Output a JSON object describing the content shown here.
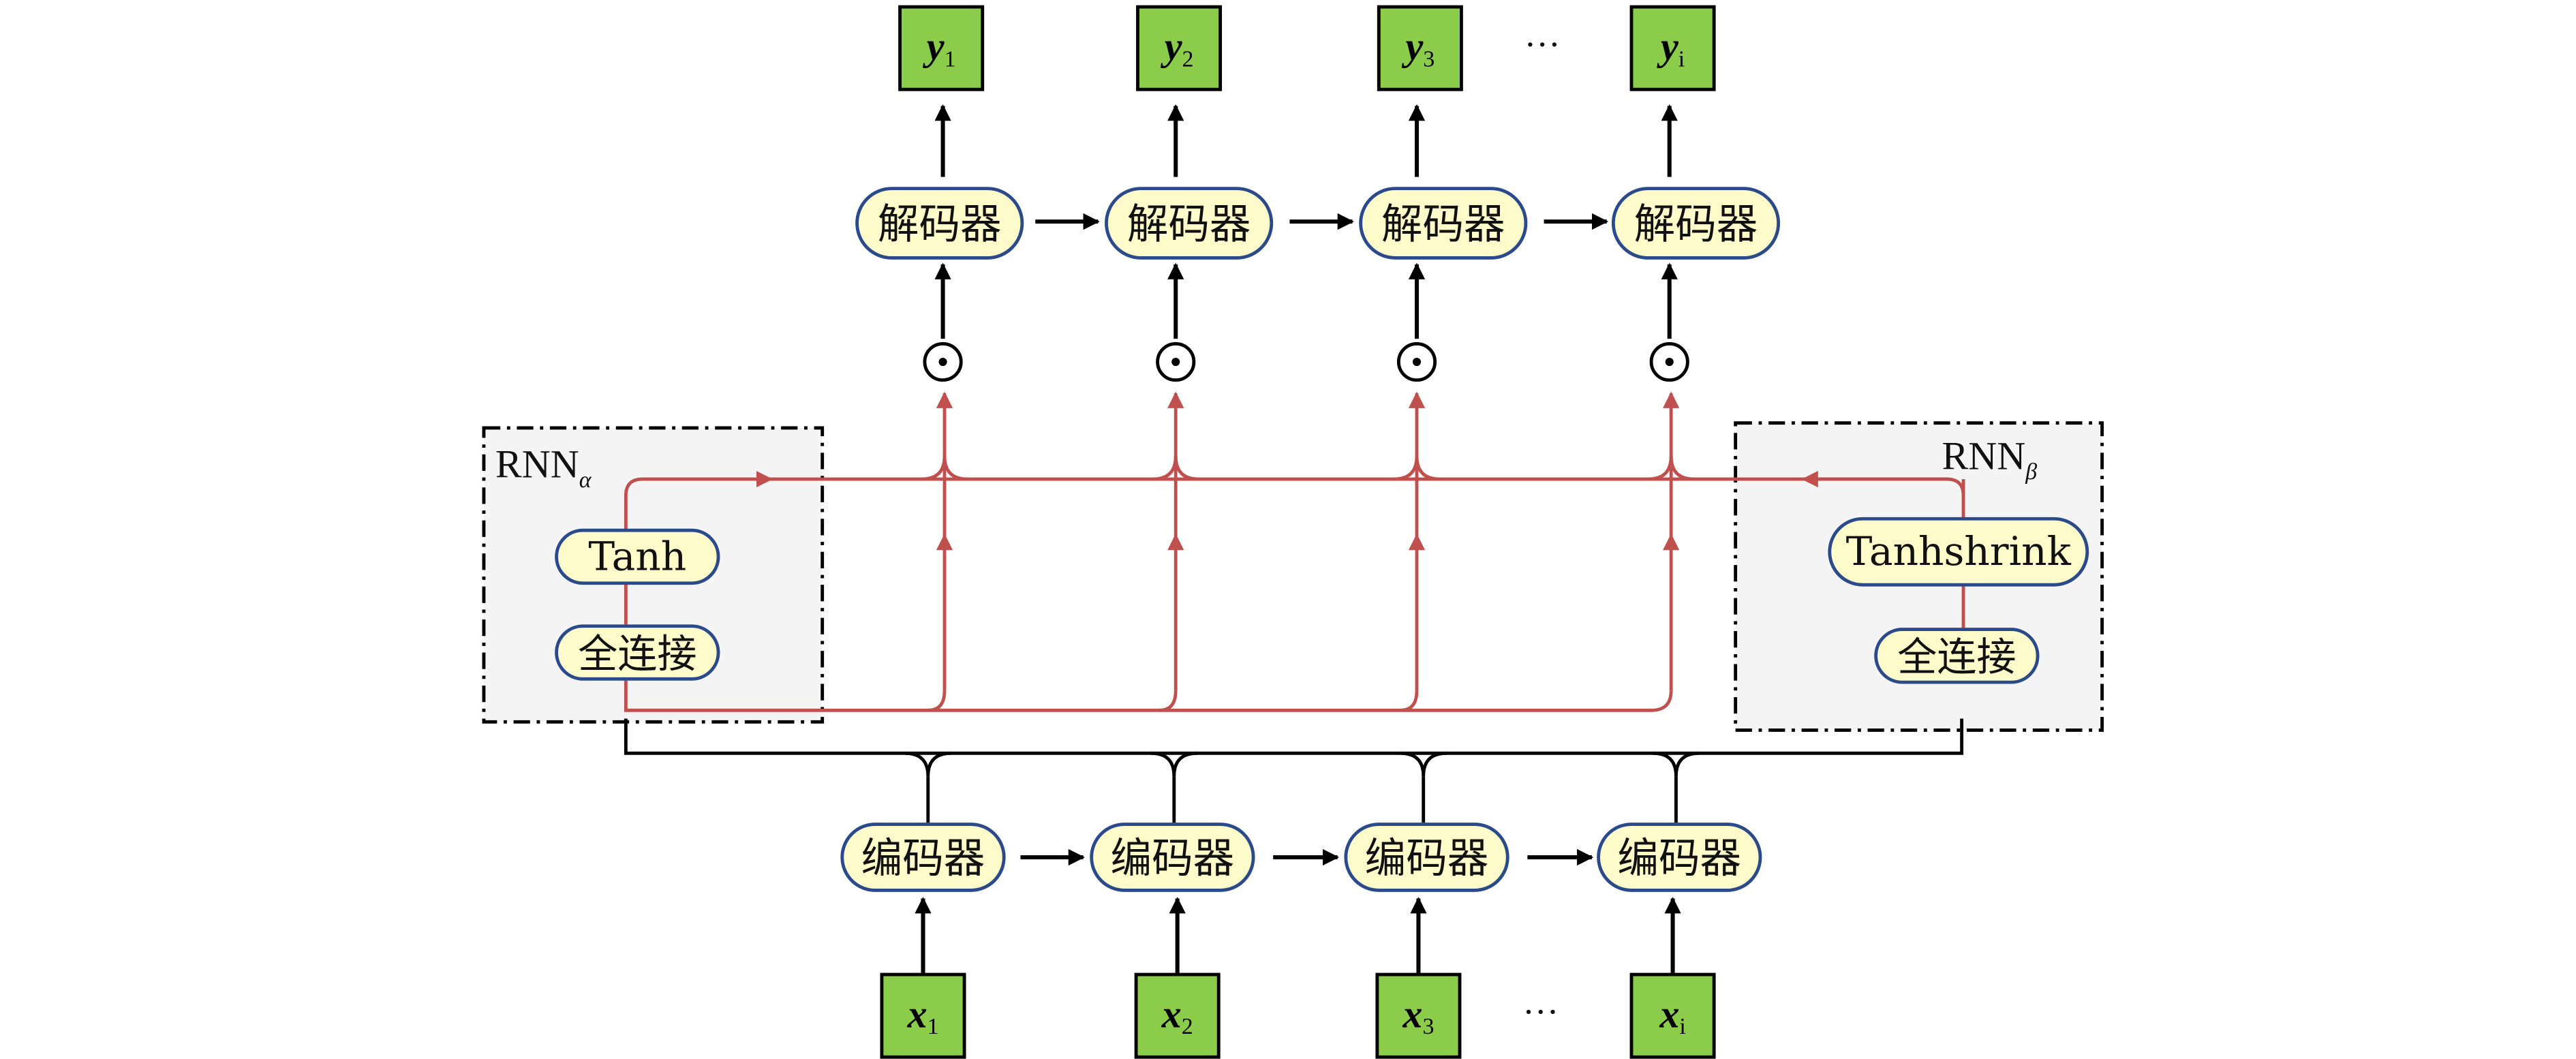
{
  "diagram": {
    "outputs": [
      {
        "symbol": "y",
        "subscript": "1"
      },
      {
        "symbol": "y",
        "subscript": "2"
      },
      {
        "symbol": "y",
        "subscript": "3"
      },
      {
        "symbol": "y",
        "subscript": "i"
      }
    ],
    "inputs": [
      {
        "symbol": "x",
        "subscript": "1"
      },
      {
        "symbol": "x",
        "subscript": "2"
      },
      {
        "symbol": "x",
        "subscript": "3"
      },
      {
        "symbol": "x",
        "subscript": "i"
      }
    ],
    "ellipsis": "···",
    "decoder_label": "解码器",
    "encoder_label": "编码器",
    "hadamard_symbol": "⊙",
    "rnn_alpha": {
      "name": "RNN",
      "subscript": "α",
      "activation": "Tanh",
      "layer": "全连接"
    },
    "rnn_beta": {
      "name": "RNN",
      "subscript": "β",
      "activation": "Tanhshrink",
      "layer": "全连接"
    },
    "colors": {
      "green_box": "#8ccc4b",
      "pill_fill": "#fdfbc9",
      "pill_stroke": "#2a4a8c",
      "red_line": "#c0504d",
      "module_bg": "#f4f4f4"
    }
  }
}
